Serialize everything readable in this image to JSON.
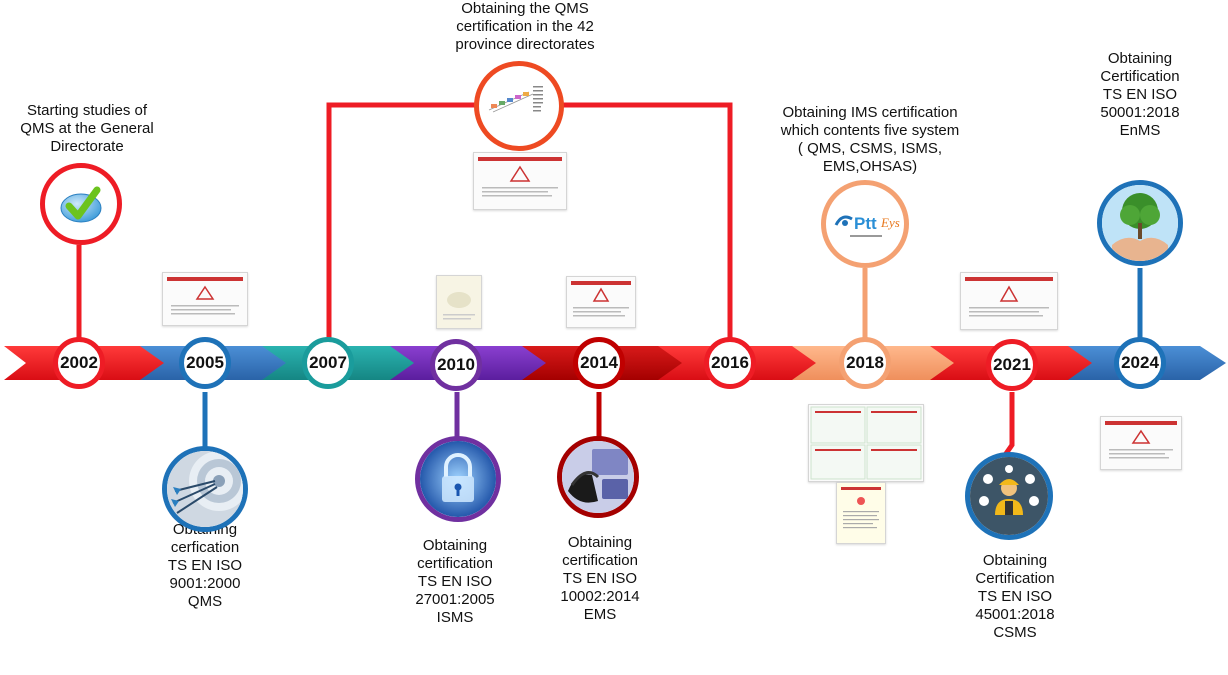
{
  "milestones": [
    {
      "year": "2002",
      "label": "Starting studies of\nQMS at the General\nDirectorate",
      "color": "#ee1c25",
      "icon": "checkmark-icon"
    },
    {
      "year": "2005",
      "label": "Obtaining\ncerfication\nTS EN ISO\n9001:2000\nQMS",
      "color": "#1e72b8",
      "icon": "target-arrows-icon"
    },
    {
      "year": "2007",
      "label": "Obtaining the QMS\ncertification in the 42\nprovince directorates",
      "color": "#ee1c25",
      "icon": "turkey-map-icon"
    },
    {
      "year": "2010",
      "label": "Obtaining\ncertification\nTS EN ISO\n27001:2005\nISMS",
      "color": "#7030a0",
      "icon": "padlock-icon"
    },
    {
      "year": "2014",
      "label": "Obtaining\ncertification\nTS EN ISO\n10002:2014\nEMS",
      "color": "#c00000",
      "icon": "customer-service-icon"
    },
    {
      "year": "2016",
      "label": "",
      "color": "#ee1c25",
      "icon": ""
    },
    {
      "year": "2018",
      "label": "Obtaining IMS certification\nwhich contents five system\n( QMS, CSMS, ISMS,\nEMS,OHSAS)",
      "color": "#f4a172",
      "icon": "ptteys-logo-icon"
    },
    {
      "year": "2021",
      "label": "Obtaining\nCertification\nTS EN ISO\n45001:2018\nCSMS",
      "color": "#ee1c25",
      "icon": "safety-worker-icon"
    },
    {
      "year": "2024",
      "label": "Obtaining\nCertification\nTS EN ISO\n50001:2018\nEnMS",
      "color": "#1e72b8",
      "icon": "tree-hands-icon"
    }
  ],
  "logo_text": "Ptt",
  "logo_text_2": "Eys",
  "colors": {
    "red": "#ee1c25",
    "blue": "#1e72b8",
    "teal": "#1a9c9c",
    "purple": "#7030a0",
    "dark_red": "#c00000",
    "peach": "#f4a172",
    "arrow_blue": "#3b78c2"
  }
}
